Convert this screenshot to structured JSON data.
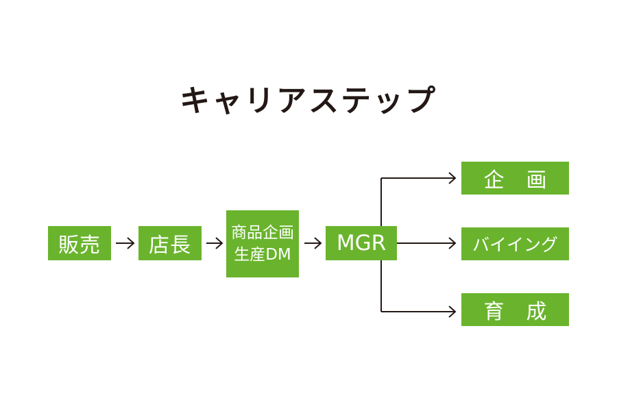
{
  "diagram": {
    "title": "キャリアステップ",
    "colors": {
      "box_fill": "#6ab42d",
      "box_text": "#ffffff",
      "line": "#231815",
      "title": "#231815"
    },
    "steps": {
      "sales": "販売",
      "store_manager": "店長",
      "merch_line1": "商品企画",
      "merch_line2": "生産DM",
      "mgr": "MGR"
    },
    "branches": {
      "planning": "企画",
      "buying": "バイイング",
      "development": "育成"
    }
  }
}
